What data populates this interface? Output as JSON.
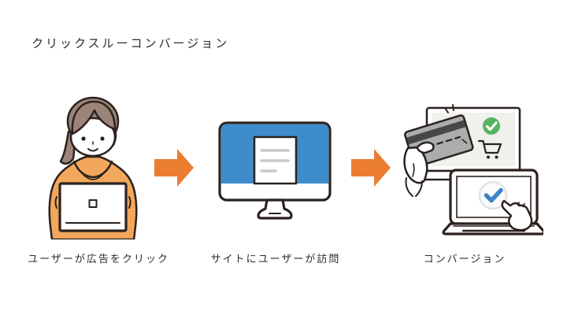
{
  "page": {
    "title": "クリックスルーコンバージョン",
    "background": "#ffffff"
  },
  "steps": [
    {
      "caption": "ユーザーが広告をクリック",
      "illustration": "woman-clicking-ad-on-laptop"
    },
    {
      "caption": "サイトにユーザーが訪問",
      "illustration": "website-on-desktop-monitor"
    },
    {
      "caption": "コンバージョン",
      "illustration": "purchase-complete-with-checkmarks"
    }
  ],
  "arrows": [
    {
      "icon": "right-arrow-icon"
    },
    {
      "icon": "right-arrow-icon"
    }
  ],
  "colors": {
    "page_bg": "#ffffff",
    "text_dark": "#2b2b2b",
    "outline_dark": "#2b221e",
    "arrow_orange": "#eb7d31",
    "hoodie_orange": "#f2a75c",
    "hair_brown": "#9c8578",
    "screen_blue": "#3e8ccb",
    "success_green": "#57b45f",
    "check_blue": "#3d85c8",
    "card_gray": "#acacac",
    "stripe_dark": "#474747",
    "chip_yellow": "#f2c14e",
    "doc_line_gray": "#c9c9c9",
    "panel_gray": "#f0f0ed"
  }
}
